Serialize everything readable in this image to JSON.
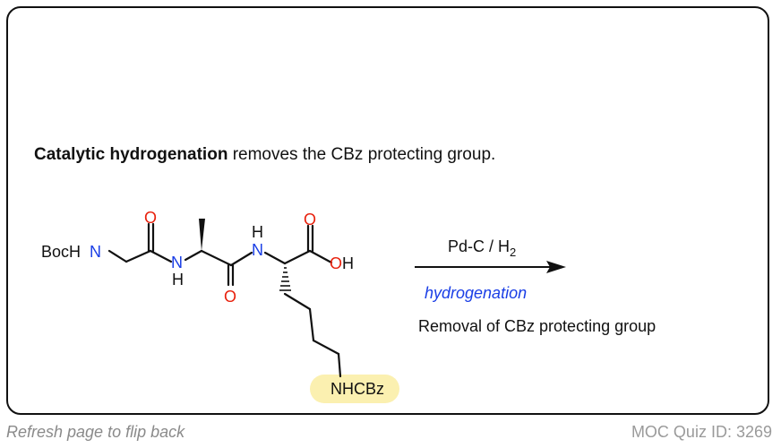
{
  "headline": {
    "bold": "Catalytic hydrogenation",
    "rest": " removes the CBz protecting group."
  },
  "molecule": {
    "boc_prefix": "BocH",
    "n1": "N",
    "o1": "O",
    "n2": "N",
    "h2": "H",
    "o2": "O",
    "n3": "N",
    "h3": "H",
    "o3": "O",
    "o4": "O",
    "h4": "H",
    "side_chain_group": "NHCBz"
  },
  "arrow": {
    "reagent": "Pd-C / H",
    "reagent_subscript": "2",
    "label": "hydrogenation",
    "description": "Removal of CBz protecting group"
  },
  "footer": {
    "left": "Refresh page to flip back",
    "right": "MOC Quiz ID: 3269"
  },
  "colors": {
    "nitrogen": "#1a3ee6",
    "oxygen": "#e8200c",
    "label_blue": "#1a3ee6",
    "highlight": "#fbf0b0",
    "footer_gray": "#8a8a8a"
  }
}
